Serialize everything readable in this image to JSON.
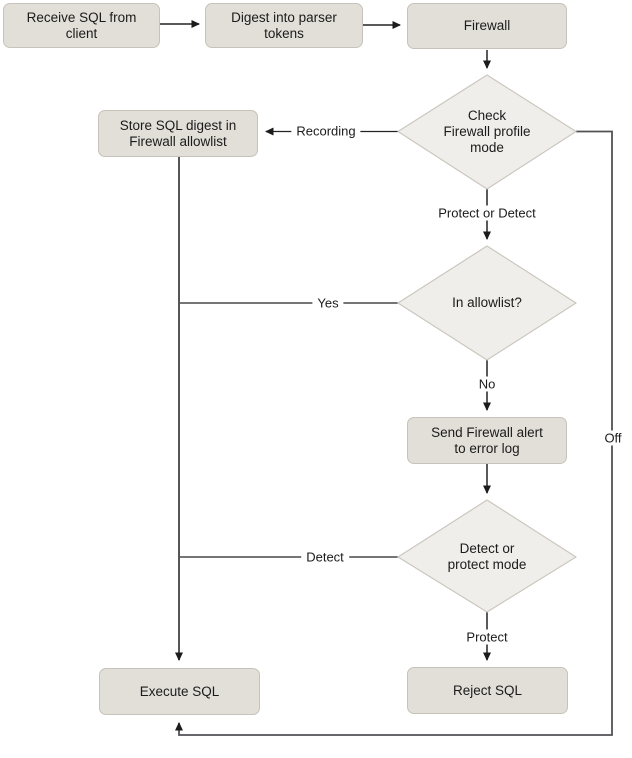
{
  "diagram": {
    "type": "flowchart",
    "topic": "SQL Firewall statement processing flow"
  },
  "colors": {
    "background": "#ffffff",
    "box_fill": "#e2dfd8",
    "box_border": "#c7c3ba",
    "diamond_fill": "#efeeea",
    "diamond_border": "#cbc7bf",
    "flow_line": "#232323",
    "connector_line": "#55565a",
    "text": "#1b1b1b"
  },
  "nodes": {
    "receive": {
      "label": "Receive SQL from\nclient"
    },
    "digest": {
      "label": "Digest into parser\ntokens"
    },
    "firewall": {
      "label": "Firewall"
    },
    "store": {
      "label": "Store SQL digest in\nFirewall allowlist"
    },
    "check_mode": {
      "label": "Check\nFirewall profile\nmode"
    },
    "in_allowlist": {
      "label": "In allowlist?"
    },
    "send_alert": {
      "label": "Send Firewall alert\nto error log"
    },
    "detect_protect": {
      "label": "Detect or\nprotect mode"
    },
    "execute": {
      "label": "Execute SQL"
    },
    "reject": {
      "label": "Reject SQL"
    }
  },
  "edge_labels": {
    "recording": "Recording",
    "protect_or_detect": "Protect or Detect",
    "yes": "Yes",
    "no": "No",
    "detect": "Detect",
    "protect": "Protect",
    "off": "Off"
  }
}
